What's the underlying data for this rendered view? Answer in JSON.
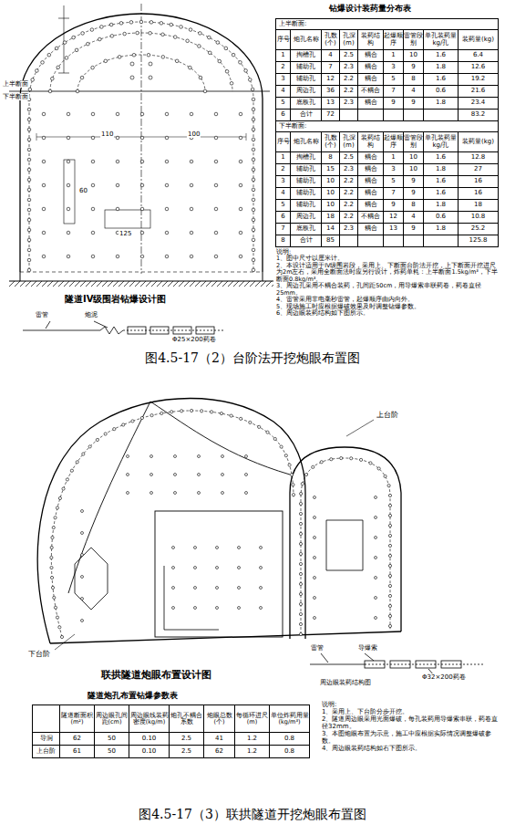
{
  "diagram": {
    "caption": "图4.5-17（3）联拱隧道开挖炮眼布置图",
    "labels": [
      "上半断面",
      "下半断面",
      "110",
      "100",
      "60",
      "125",
      "隧道IV级围岩钻爆设计图",
      "雷管",
      "炮泥",
      "Φ25×200药卷",
      "钻爆设计装药量分布表",
      "上半断面:",
      "序号",
      "炮孔名称",
      "孔数(个)",
      "孔深(m)",
      "装药结构",
      "起爆顺序",
      "雷管段别",
      "单孔装药量kg/孔",
      "装药量(kg)",
      "1",
      "掏槽孔",
      "4",
      "2.5",
      "耦合",
      "1",
      "10",
      "1.6",
      "6.4",
      "2",
      "辅助孔",
      "7",
      "2.3",
      "耦合",
      "3",
      "9",
      "1.8",
      "12.6",
      "3",
      "辅助孔",
      "12",
      "2.2",
      "耦合",
      "5",
      "8",
      "1.6",
      "19.2",
      "4",
      "周边孔",
      "36",
      "2.2",
      "不耦合",
      "7",
      "4",
      "0.6",
      "21.6",
      "5",
      "底板孔",
      "13",
      "2.3",
      "耦合",
      "9",
      "9",
      "1.8",
      "23.4",
      "6",
      "合计",
      "72",
      "83.2",
      "下半断面:",
      "序号",
      "炮孔名称",
      "孔数(个)",
      "孔深(m)",
      "装药结构",
      "起爆顺序",
      "雷管段别",
      "单孔装药量kg/孔",
      "装药量(kg)",
      "1",
      "掏槽孔",
      "8",
      "2.5",
      "耦合",
      "1",
      "10",
      "1.6",
      "12.8",
      "2",
      "辅助孔",
      "15",
      "2.3",
      "耦合",
      "3",
      "10",
      "1.8",
      "27",
      "3",
      "辅助孔",
      "10",
      "2.2",
      "耦合",
      "5",
      "9",
      "1.6",
      "16",
      "4",
      "辅助孔",
      "10",
      "2.2",
      "耦合",
      "7",
      "9",
      "1.6",
      "16",
      "5",
      "辅助孔",
      "10",
      "2.2",
      "耦合",
      "9",
      "8",
      "1.8",
      "18",
      "6",
      "周边孔",
      "18",
      "2.2",
      "不耦合",
      "12",
      "4",
      "0.6",
      "10.8",
      "7",
      "底板孔",
      "14",
      "2.3",
      "耦合",
      "13",
      "9",
      "1.8",
      "25.2",
      "8",
      "合计",
      "85",
      "125.8",
      "说明:",
      "1、图中尺寸以厘米计。",
      "2、本设计适用于IV级围岩段，采用上、下断面台阶法开挖，上下断面开挖进尺为2m左右，采用全断面法时应另行设计，炸药单耗：上半断面1.5kg/m³，下半断面0.8kg/m³。",
      "3、周边孔采用不耦合装药，孔间距50cm，用导爆索串联药卷，药卷直径25mm。",
      "4、雷管采用非电毫秒雷管，起爆顺序由内向外。",
      "5、现场施工时应根据爆破效果及时调整钻爆参数。",
      "6、周边眼装药结构如下图所示。",
      "图4.5-17（2）台阶法开挖炮眼布置图",
      "上台阶",
      "下台阶",
      "联拱隧道炮眼布置设计图",
      "周边眼装药结构图",
      "雷管",
      "导爆索",
      "Φ32×200药卷",
      "隧道炮孔布置钻爆参数表",
      "隧道断面积(m²)",
      "周边眼孔间距(cm)",
      "周边眼线装药密度(kg/m)",
      "炮孔不耦合系数",
      "炮眼总数(个)",
      "每循环进尺(m)",
      "单位炸药用量(kg/m³)",
      "导洞",
      "62",
      "50",
      "0.10",
      "2.5",
      "41",
      "1.2",
      "0.8",
      "上台阶",
      "61",
      "50",
      "0.10",
      "2.5",
      "62",
      "1.2",
      "0.8",
      "说明:",
      "1、采用上、下台阶分步开挖。",
      "2、隧道周边眼采用光面爆破，每孔装药用导爆索串联，药卷直径32mm。",
      "3、本图炮眼布置为示意，施工中应根据实际情况调整爆破参数。",
      "4、周边眼装药结构如右下图所示。"
    ]
  }
}
